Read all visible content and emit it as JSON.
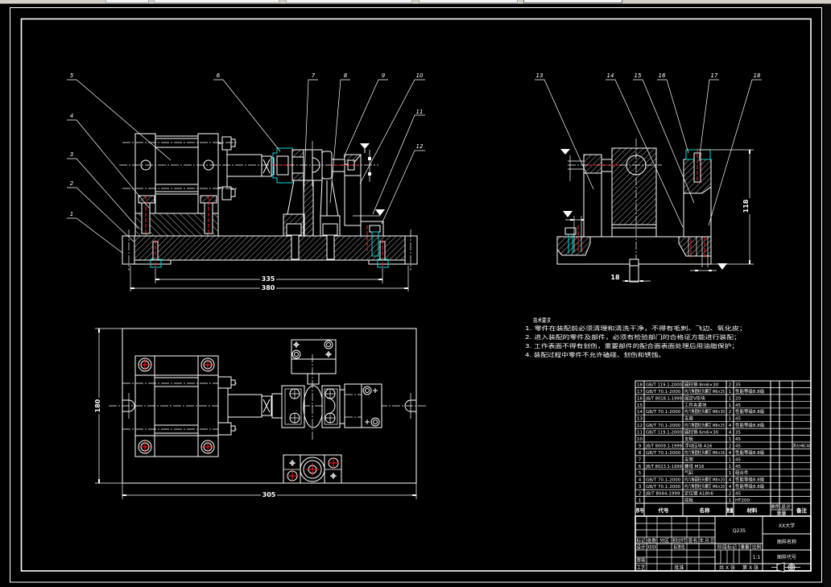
{
  "colors": {
    "background": "#000000",
    "geometry": "#ffffff",
    "highlight_hatch": "#00d8d8",
    "center_line": "#ff2020",
    "toolbar": "#d4d0c8"
  },
  "front_view": {
    "balloons": [
      "1",
      "2",
      "3",
      "4",
      "5",
      "6",
      "7",
      "8",
      "9",
      "10",
      "11",
      "12"
    ],
    "dimensions": {
      "bolt_spacing": "335",
      "overall_length": "380"
    }
  },
  "side_view": {
    "balloons": [
      "13",
      "14",
      "15",
      "16",
      "17",
      "18"
    ],
    "dimensions": {
      "height": "118",
      "key_width": "18"
    }
  },
  "top_view": {
    "dimensions": {
      "length": "305",
      "width": "180"
    }
  },
  "technical_requirements": {
    "title": "技术要求",
    "items": [
      "1. 零件在装配前必须清理和清洗干净，不得有毛刺、飞边、氧化皮；",
      "2. 进入装配的零件及部件，必须有检验部门的合格证方能进行装配；",
      "3. 工作表面不得有划伤，重要部件的配合面表面处理后用油脂保护；",
      "4. 装配过程中零件不允许磕碰、划伤和锈蚀。"
    ]
  },
  "parts_list": {
    "headers": {
      "no": "序号",
      "code": "代号",
      "name": "名称",
      "qty": "数量",
      "material": "材料",
      "single": "单件",
      "total": "总计",
      "weight": "重量",
      "remark": "备注"
    },
    "rows": [
      {
        "no": "18",
        "code": "GB/T 119.1-2000",
        "name": "圆柱销 8m6×30",
        "qty": "2",
        "material": "35"
      },
      {
        "no": "17",
        "code": "GB/T 70.1-2000",
        "name": "内六角圆柱头螺钉 M6×25",
        "qty": "1",
        "material": "性能等级8.8级"
      },
      {
        "no": "16",
        "code": "JB/T 8018.1-1999",
        "name": "固定V形块",
        "qty": "1",
        "material": "20"
      },
      {
        "no": "15",
        "code": "",
        "name": "工件夹紧块",
        "qty": "1",
        "material": "45"
      },
      {
        "no": "14",
        "code": "GB/T 70.1-2000",
        "name": "内六角圆柱头螺钉 M8×30",
        "qty": "2",
        "material": "性能等级8.8级"
      },
      {
        "no": "13",
        "code": "",
        "name": "支座",
        "qty": "1",
        "material": "45"
      },
      {
        "no": "12",
        "code": "GB/T 70.1-2000",
        "name": "内六角圆柱头螺钉 M8×25",
        "qty": "4",
        "material": "性能等级8.8级"
      },
      {
        "no": "11",
        "code": "GB/T 119.1-2000",
        "name": "圆柱销 6m6×30",
        "qty": "4",
        "material": "35"
      },
      {
        "no": "10",
        "code": "",
        "name": "支板",
        "qty": "1",
        "material": "45"
      },
      {
        "no": "9",
        "code": "JB/T 8009.1-1999",
        "name": "浮动压块 A16",
        "qty": "2",
        "material": "45",
        "remark": "淬火HRC40"
      },
      {
        "no": "8",
        "code": "GB/T 70.1-2000",
        "name": "内六角圆柱头螺钉 M6×16",
        "qty": "4",
        "material": "性能等级8.8级"
      },
      {
        "no": "7",
        "code": "",
        "name": "支架",
        "qty": "1",
        "material": "45"
      },
      {
        "no": "6",
        "code": "JB/T 8023.1-1999",
        "name": "螺母 M16",
        "qty": "1",
        "material": "45"
      },
      {
        "no": "5",
        "code": "",
        "name": "气缸",
        "qty": "1",
        "material": "组合件"
      },
      {
        "no": "4",
        "code": "GB/T 70.1-2000",
        "name": "内六角圆柱头螺钉 M8×20",
        "qty": "4",
        "material": "性能等级8.8级"
      },
      {
        "no": "3",
        "code": "GB/T 70.1-2000",
        "name": "内六角圆柱头螺钉 M6×20",
        "qty": "4",
        "material": "性能等级8.8级"
      },
      {
        "no": "2",
        "code": "JB/T 8044-1999",
        "name": "定位键 A18h6",
        "qty": "2",
        "material": "45"
      },
      {
        "no": "1",
        "code": "",
        "name": "底板",
        "qty": "1",
        "material": "HT200"
      }
    ]
  },
  "title_block": {
    "material": "Q235",
    "school": "XX大学",
    "drawing_name": "图样名称",
    "drawing_code": "图样代号",
    "stage_mark": "阶段标记",
    "weight": "重量",
    "scale_label": "比例",
    "scale": "1:1",
    "sheets_total": "共 X 张",
    "sheet_no": "第 X 张",
    "revision_headers": [
      "标记",
      "处数",
      "分区",
      "更改文件号",
      "签名",
      "年.月.日"
    ],
    "designer_label": "设计",
    "designer": "XXXX",
    "standardization_label": "标准化",
    "review_label": "审核",
    "process_label": "工艺",
    "approve_label": "批准"
  }
}
